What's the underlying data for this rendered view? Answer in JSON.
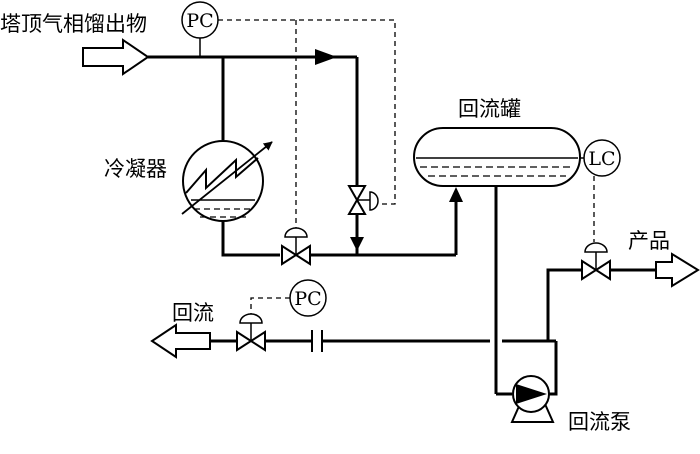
{
  "labels": {
    "feed": "塔顶气相馏出物",
    "condenser": "冷凝器",
    "drum": "回流罐",
    "product": "产品",
    "reflux": "回流",
    "pump": "回流泵"
  },
  "instruments": {
    "pc_top": "PC",
    "lc": "LC",
    "pc_reflux": "PC"
  }
}
